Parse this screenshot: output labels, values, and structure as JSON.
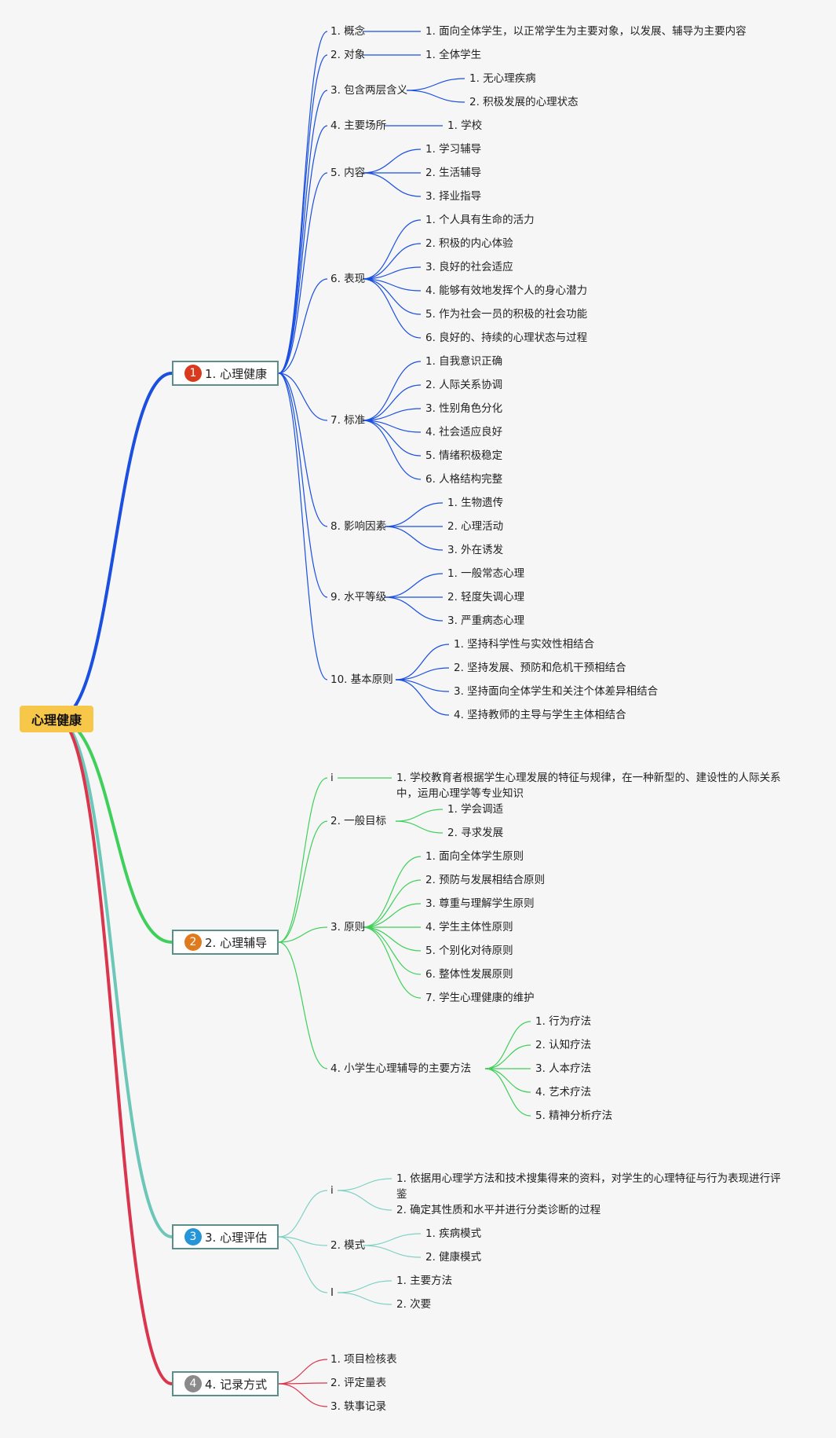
{
  "root": "心理健康",
  "branches": [
    {
      "number": "1",
      "label": "1. 心理健康",
      "color": "#1a4fe0",
      "badge_color": "#d93a1d",
      "children": [
        {
          "label": "1. 概念",
          "children": [
            "1. 面向全体学生，以正常学生为主要对象，以发展、辅导为主要内容"
          ]
        },
        {
          "label": "2. 对象",
          "children": [
            "1. 全体学生"
          ]
        },
        {
          "label": "3. 包含两层含义",
          "children": [
            "1. 无心理疾病",
            "2. 积极发展的心理状态"
          ]
        },
        {
          "label": "4. 主要场所",
          "children": [
            "1. 学校"
          ]
        },
        {
          "label": "5. 内容",
          "children": [
            "1. 学习辅导",
            "2. 生活辅导",
            "3. 择业指导"
          ]
        },
        {
          "label": "6. 表现",
          "children": [
            "1. 个人具有生命的活力",
            "2. 积极的内心体验",
            "3. 良好的社会适应",
            "4. 能够有效地发挥个人的身心潜力",
            "5. 作为社会一员的积极的社会功能",
            "6. 良好的、持续的心理状态与过程"
          ]
        },
        {
          "label": "7. 标准",
          "children": [
            "1. 自我意识正确",
            "2. 人际关系协调",
            "3. 性别角色分化",
            "4. 社会适应良好",
            "5. 情绪积极稳定",
            "6. 人格结构完整"
          ]
        },
        {
          "label": "8. 影响因素",
          "children": [
            "1. 生物遗传",
            "2. 心理活动",
            "3. 外在诱发"
          ]
        },
        {
          "label": "9. 水平等级",
          "children": [
            "1. 一般常态心理",
            "2. 轻度失调心理",
            "3. 严重病态心理"
          ]
        },
        {
          "label": "10. 基本原则",
          "children": [
            "1. 坚持科学性与实效性相结合",
            "2. 坚持发展、预防和危机干预相结合",
            "3. 坚持面向全体学生和关注个体差异相结合",
            "4. 坚持教师的主导与学生主体相结合"
          ]
        }
      ]
    },
    {
      "number": "2",
      "label": "2. 心理辅导",
      "color": "#3fcf5a",
      "badge_color": "#e07a1f",
      "children": [
        {
          "label": "i",
          "children": [
            "1. 学校教育者根据学生心理发展的特征与规律，在一种新型的、建设性的人际关系中，运用心理学等专业知识"
          ]
        },
        {
          "label": "2. 一般目标",
          "children": [
            "1. 学会调适",
            "2. 寻求发展"
          ]
        },
        {
          "label": "3. 原则",
          "children": [
            "1. 面向全体学生原则",
            "2. 预防与发展相结合原则",
            "3. 尊重与理解学生原则",
            "4. 学生主体性原则",
            "5. 个别化对待原则",
            "6. 整体性发展原则",
            "7. 学生心理健康的维护"
          ]
        },
        {
          "label": "4. 小学生心理辅导的主要方法",
          "children": [
            "1. 行为疗法",
            "2. 认知疗法",
            "3. 人本疗法",
            "4. 艺术疗法",
            "5. 精神分析疗法"
          ]
        }
      ]
    },
    {
      "number": "3",
      "label": "3. 心理评估",
      "color": "#6cc7b8",
      "badge_color": "#2496d8",
      "children": [
        {
          "label": "i",
          "children": [
            "1. 依据用心理学方法和技术搜集得来的资料，对学生的心理特征与行为表现进行评鉴",
            "2. 确定其性质和水平并进行分类诊断的过程"
          ]
        },
        {
          "label": "2. 模式",
          "children": [
            "1. 疾病模式",
            "2. 健康模式"
          ]
        },
        {
          "label": "I",
          "children": [
            "1. 主要方法",
            "2. 次要"
          ]
        }
      ]
    },
    {
      "number": "4",
      "label": "4. 记录方式",
      "color": "#d9364e",
      "badge_color": "#8a8a8a",
      "children": [
        {
          "label": "1. 项目检核表",
          "children": []
        },
        {
          "label": "2. 评定量表",
          "children": []
        },
        {
          "label": "3. 轶事记录",
          "children": []
        }
      ]
    }
  ]
}
